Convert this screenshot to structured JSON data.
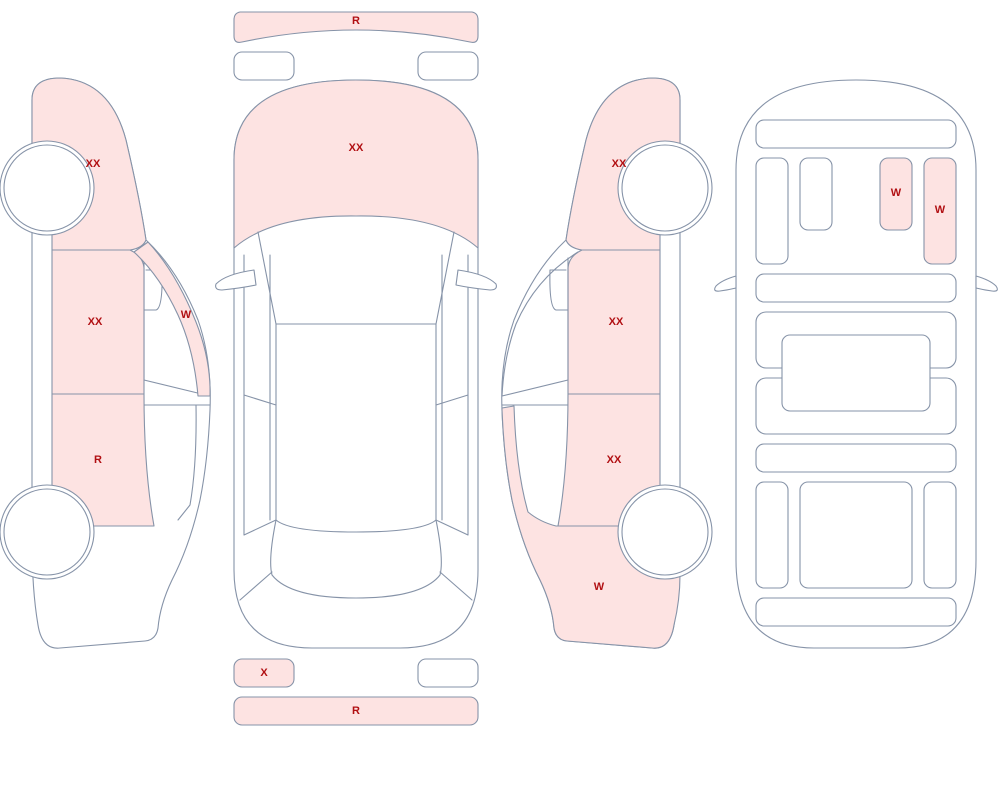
{
  "colors": {
    "damaged_fill": "#fde3e2",
    "undamaged_fill": "#ffffff",
    "outline": "#8693a8",
    "label": "#b10f12"
  },
  "panels": {
    "rear_bumper_top": {
      "code": "R",
      "damaged": true
    },
    "trunk_left_corner": {
      "code": "",
      "damaged": false
    },
    "trunk_right_corner": {
      "code": "",
      "damaged": false
    },
    "hood": {
      "code": "XX",
      "damaged": true
    },
    "front_left_corner": {
      "code": "X",
      "damaged": true
    },
    "front_right_corner": {
      "code": "",
      "damaged": false
    },
    "front_bumper": {
      "code": "R",
      "damaged": true
    },
    "left_rear_quarter": {
      "code": "XX",
      "damaged": true
    },
    "left_rear_door": {
      "code": "XX",
      "damaged": true
    },
    "left_front_door": {
      "code": "R",
      "damaged": true
    },
    "left_a_pillar": {
      "code": "W",
      "damaged": true
    },
    "right_rear_quarter": {
      "code": "XX",
      "damaged": true
    },
    "right_rear_door": {
      "code": "XX",
      "damaged": true
    },
    "right_front_door": {
      "code": "XX",
      "damaged": true
    },
    "right_front_fender": {
      "code": "W",
      "damaged": true
    },
    "interior_seat_a": {
      "code": "W",
      "damaged": true
    },
    "interior_seat_b": {
      "code": "W",
      "damaged": true
    }
  }
}
